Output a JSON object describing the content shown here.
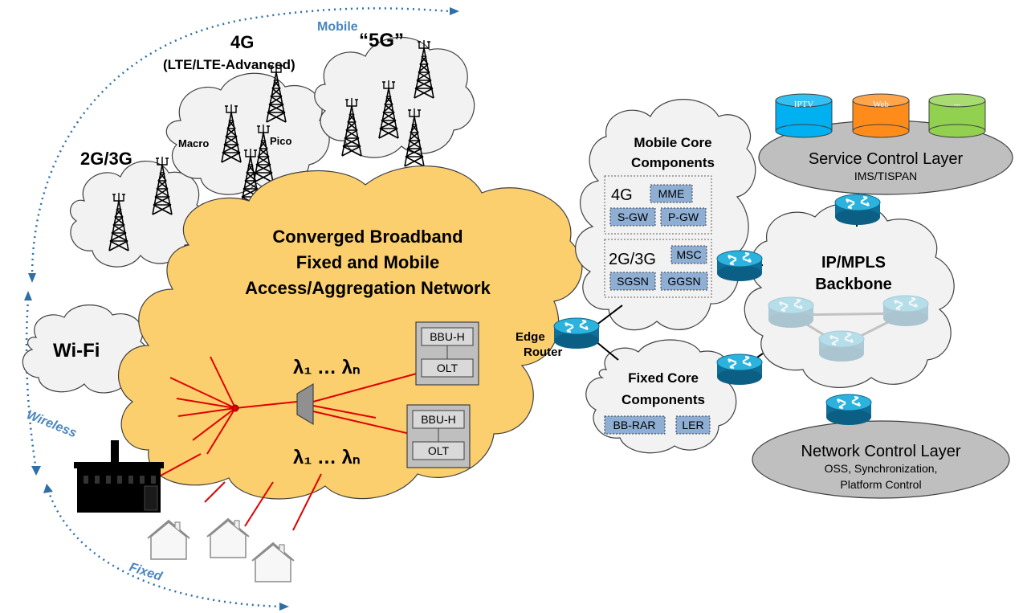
{
  "labels": {
    "mobile": "Mobile",
    "wireless": "Wireless",
    "fixed": "Fixed",
    "g4": "4G",
    "g4_sub": "(LTE/LTE-Advanced)",
    "g5": "“5G”",
    "g23": "2G/3G",
    "macro": "Macro",
    "pico": "Pico",
    "wifi": "Wi-Fi",
    "converged_line1": "Converged Broadband",
    "converged_line2": "Fixed and Mobile",
    "converged_line3": "Access/Aggregation Network",
    "lambda_top": "λ₁ … λₙ",
    "lambda_bottom": "λ₁ … λₙ",
    "edge_router_1": "Edge",
    "edge_router_2": "Router",
    "mobile_core_1": "Mobile Core",
    "mobile_core_2": "Components",
    "mc_4g": "4G",
    "mc_mme": "MME",
    "mc_sgw": "S-GW",
    "mc_pgw": "P-GW",
    "mc_2g3g": "2G/3G",
    "mc_msc": "MSC",
    "mc_sgsn": "SGSN",
    "mc_ggsn": "GGSN",
    "fixed_core_1": "Fixed Core",
    "fixed_core_2": "Components",
    "fc_bbrar": "BB-RAR",
    "fc_ler": "LER",
    "bbu_top": "BBU-H",
    "olt_top": "OLT",
    "bbu_bottom": "BBU-H",
    "olt_bottom": "OLT",
    "backbone_1": "IP/MPLS",
    "backbone_2": "Backbone",
    "svc_iptv": "IPTV",
    "svc_web": "Web",
    "svc_more": "...",
    "service_layer": "Service Control Layer",
    "service_layer_sub": "IMS/TISPAN",
    "network_layer": "Network Control Layer",
    "network_layer_sub1": "OSS, Synchronization,",
    "network_layer_sub2": "Platform Control"
  },
  "colors": {
    "cloud_fill": "#f2f2f2",
    "converged_fill": "#fccf6e",
    "component_box": "#8eaed4",
    "router": "#1c9bc8",
    "fiber": "#e00000",
    "arc": "#2e6fa8",
    "iptv": "#00b0f0",
    "web": "#ff8c1a",
    "more": "#92d050",
    "layer_fill": "#bfbfbf"
  }
}
